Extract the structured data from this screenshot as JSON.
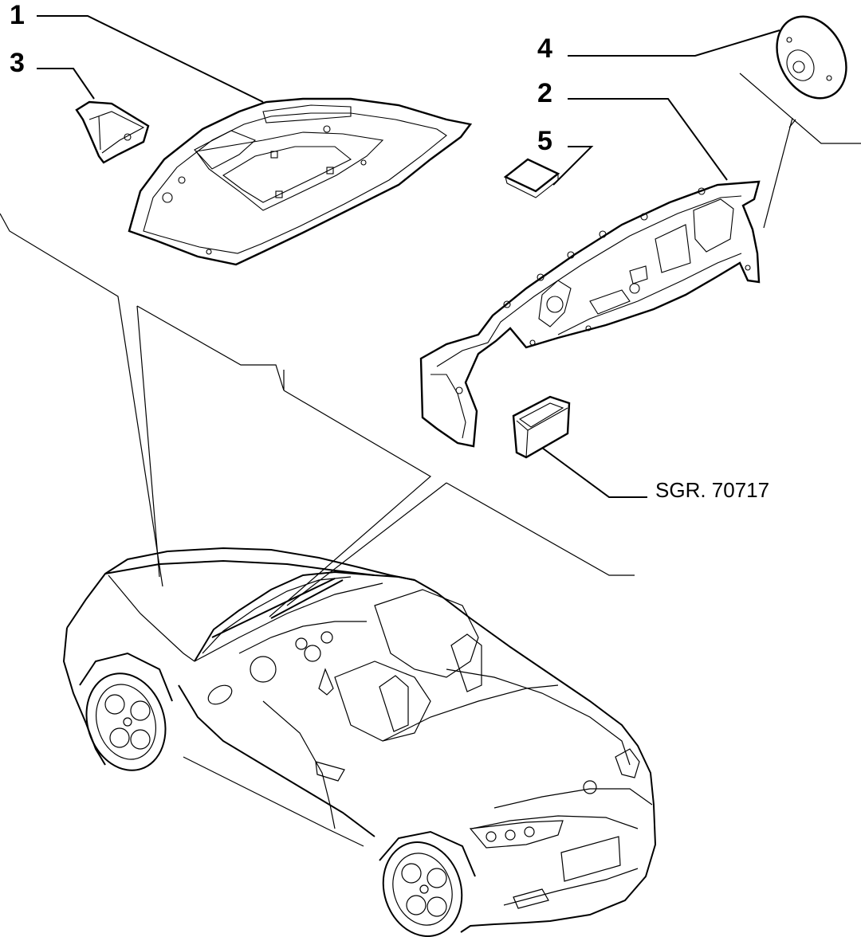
{
  "callouts": [
    {
      "id": "1",
      "label": "1"
    },
    {
      "id": "2",
      "label": "2"
    },
    {
      "id": "3",
      "label": "3"
    },
    {
      "id": "4",
      "label": "4"
    },
    {
      "id": "5",
      "label": "5"
    }
  ],
  "reference_code": "SGR. 70717"
}
